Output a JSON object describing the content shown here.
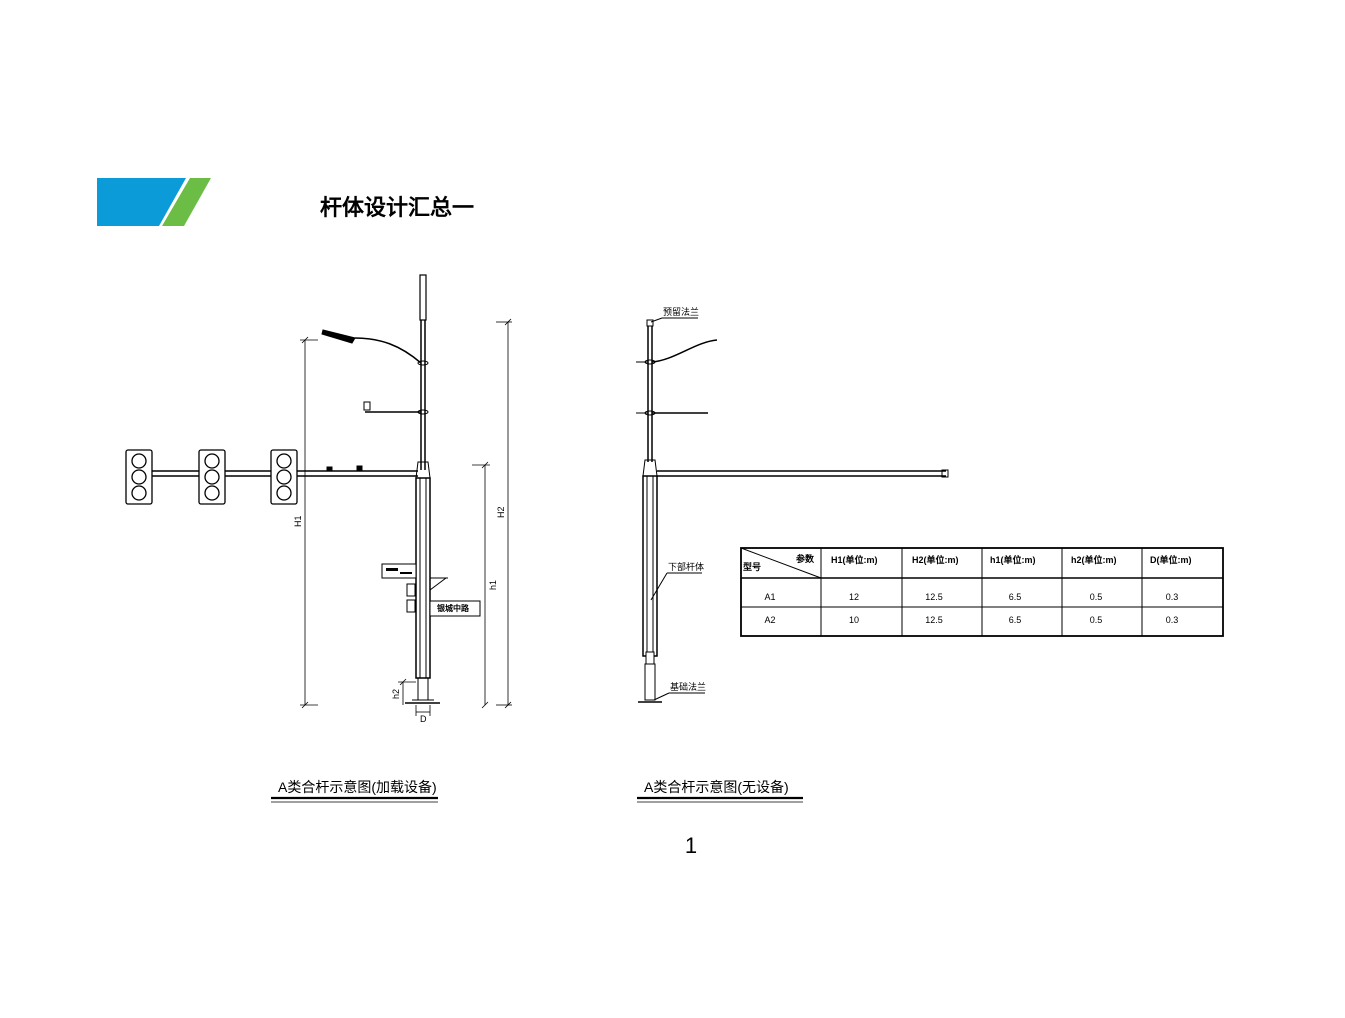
{
  "header": {
    "title": "杆体设计汇总一",
    "accent_blue": "#0a9bd8",
    "accent_green": "#6cbd45"
  },
  "left_figure": {
    "caption": "A类合杆示意图(加载设备)",
    "dim_labels": {
      "H1": "H1",
      "H2": "H2",
      "h1": "h1",
      "h2": "h2",
      "D": "D"
    },
    "sign_text": "银城中路"
  },
  "right_figure": {
    "caption": "A类合杆示意图(无设备)",
    "labels": {
      "top_flange": "预留法兰",
      "lower_body": "下部杆体",
      "base_flange": "基础法兰"
    }
  },
  "spec_table": {
    "corner_top": "参数",
    "corner_bottom": "型号",
    "columns": [
      "H1(单位:m)",
      "H2(单位:m)",
      "h1(单位:m)",
      "h2(单位:m)",
      "D(单位:m)"
    ],
    "rows": [
      {
        "model": "A1",
        "values": [
          "12",
          "12.5",
          "6.5",
          "0.5",
          "0.3"
        ]
      },
      {
        "model": "A2",
        "values": [
          "10",
          "12.5",
          "6.5",
          "0.5",
          "0.3"
        ]
      }
    ]
  },
  "page_number": "1"
}
